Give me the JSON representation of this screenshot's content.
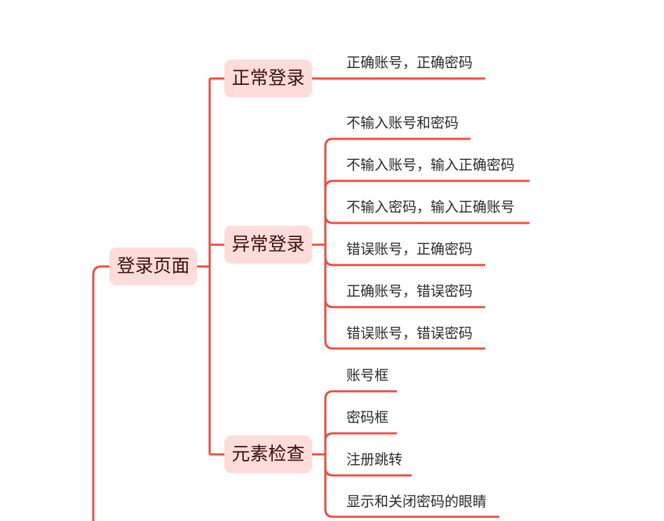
{
  "root": {
    "label": "登录页面"
  },
  "branches": [
    {
      "label": "正常登录",
      "leaves": [
        "正确账号，正确密码"
      ]
    },
    {
      "label": "异常登录",
      "leaves": [
        "不输入账号和密码",
        "不输入账号，输入正确密码",
        "不输入密码，输入正确账号",
        "错误账号，正确密码",
        "正确账号，错误密码",
        "错误账号，错误密码"
      ]
    },
    {
      "label": "元素检查",
      "leaves": [
        "账号框",
        "密码框",
        "注册跳转",
        "显示和关闭密码的眼睛"
      ]
    }
  ],
  "colors": {
    "line": "#ee4a3f",
    "node_fill": "#fddcda",
    "node_text": "#3b0f0b",
    "leaf_text": "#2b2b2b"
  }
}
